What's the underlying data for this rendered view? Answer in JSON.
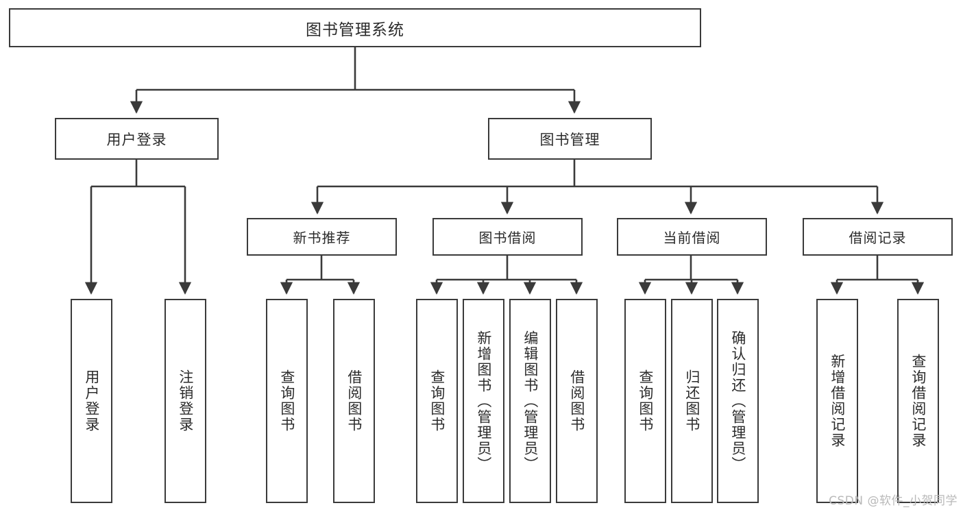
{
  "diagram": {
    "title": "图书管理系统",
    "type": "tree-hierarchy",
    "stroke_color": "#3a3a3a",
    "text_color": "#2b2b2b",
    "background_color": "#ffffff",
    "nodes": {
      "root": {
        "label": "图书管理系统"
      },
      "level1": [
        {
          "id": "user-login",
          "label": "用户登录"
        },
        {
          "id": "book-manage",
          "label": "图书管理"
        }
      ],
      "level2": [
        {
          "id": "new-book-recommend",
          "label": "新书推荐"
        },
        {
          "id": "book-borrow",
          "label": "图书借阅"
        },
        {
          "id": "current-borrow",
          "label": "当前借阅"
        },
        {
          "id": "borrow-record",
          "label": "借阅记录"
        }
      ],
      "leaves": {
        "user-login": [
          {
            "id": "leaf-user-login",
            "label": "用户登录"
          },
          {
            "id": "leaf-logout",
            "label": "注销登录"
          }
        ],
        "new-book-recommend": [
          {
            "id": "leaf-query-book-1",
            "label": "查询图书"
          },
          {
            "id": "leaf-borrow-book-1",
            "label": "借阅图书"
          }
        ],
        "book-borrow": [
          {
            "id": "leaf-query-book-2",
            "label": "查询图书"
          },
          {
            "id": "leaf-add-book",
            "label": "新增图书（管理员）"
          },
          {
            "id": "leaf-edit-book",
            "label": "编辑图书（管理员）"
          },
          {
            "id": "leaf-borrow-book-2",
            "label": "借阅图书"
          }
        ],
        "current-borrow": [
          {
            "id": "leaf-query-book-3",
            "label": "查询图书"
          },
          {
            "id": "leaf-return-book",
            "label": "归还图书"
          },
          {
            "id": "leaf-confirm-return",
            "label": "确认归还（管理员）"
          }
        ],
        "borrow-record": [
          {
            "id": "leaf-add-record",
            "label": "新增借阅记录"
          },
          {
            "id": "leaf-query-record",
            "label": "查询借阅记录"
          }
        ]
      }
    }
  },
  "watermark": {
    "text": "CSDN @软件_小贺同学"
  }
}
